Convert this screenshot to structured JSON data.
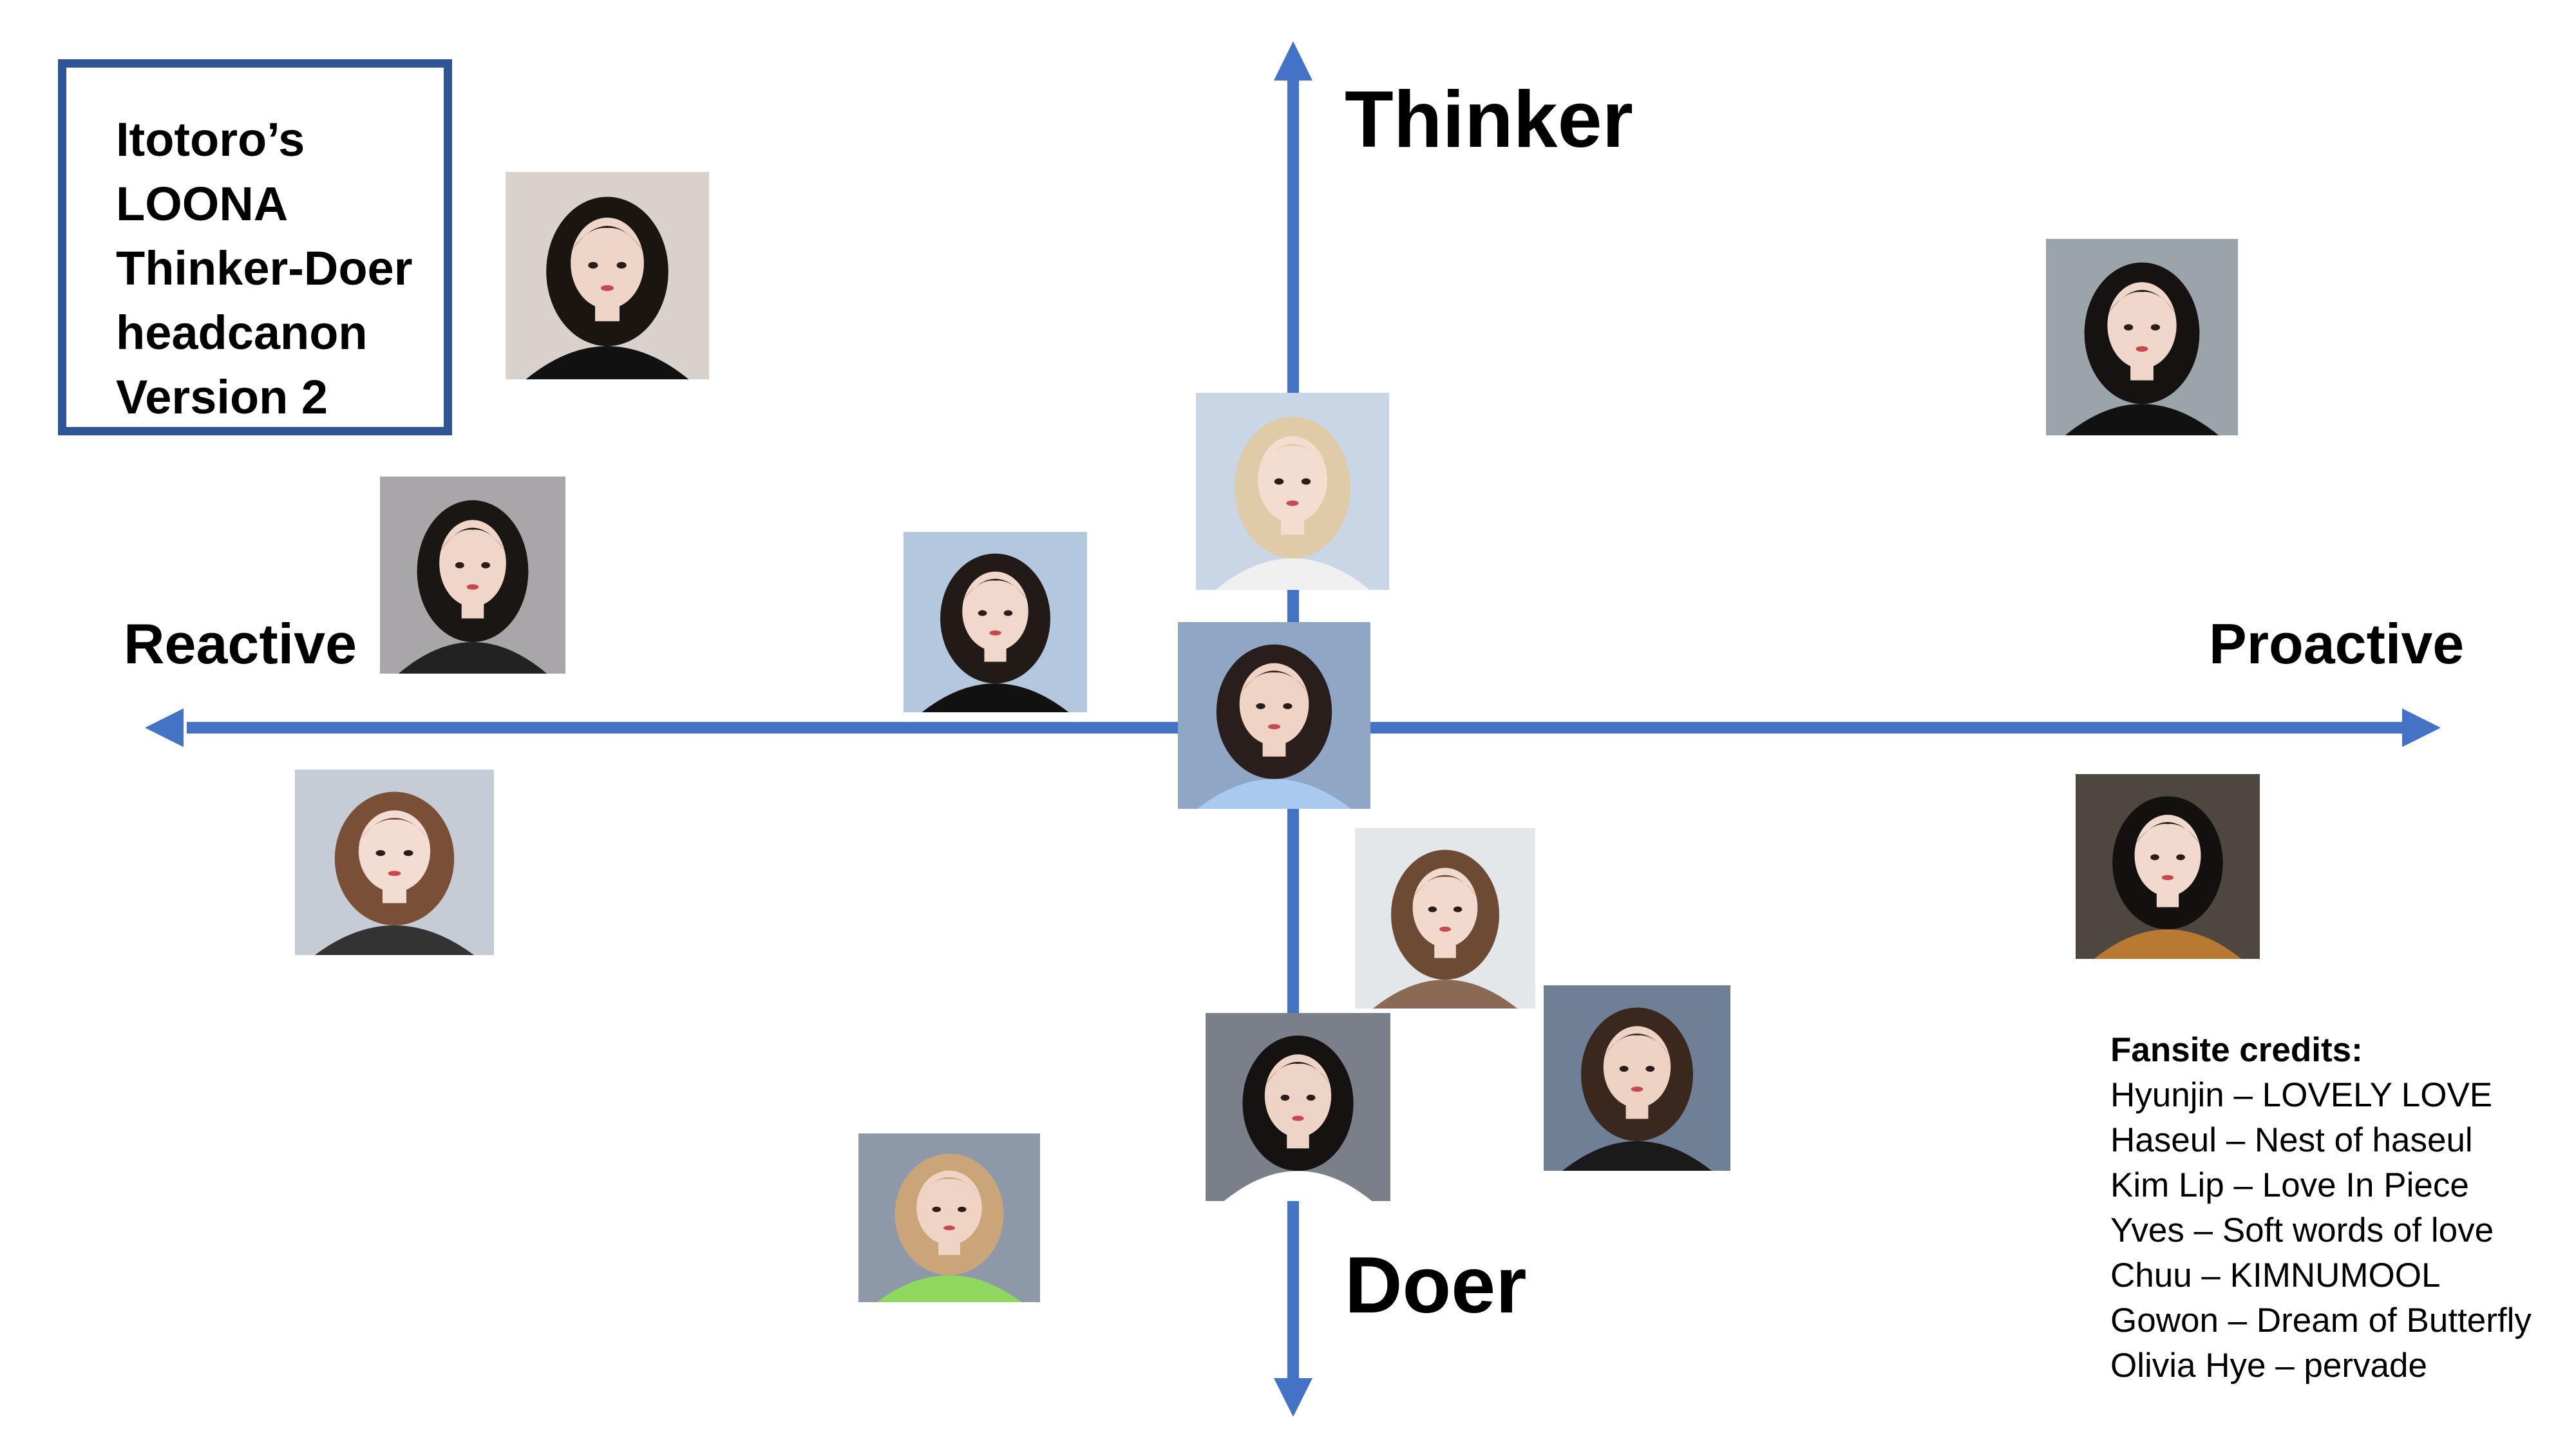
{
  "title_lines": [
    "Itotoro’s",
    "LOONA",
    "Thinker-Doer",
    "headcanon",
    "Version 2"
  ],
  "axes": {
    "top": "Thinker",
    "bottom": "Doer",
    "left": "Reactive",
    "right": "Proactive"
  },
  "colors": {
    "axis": "#4472C4",
    "title_border": "#2F5597"
  },
  "photos": [
    {
      "bg": "#d9d2cc",
      "hair": "#1b1512",
      "skin": "#efd5c8",
      "top": "#111111"
    },
    {
      "bg": "#a9a6aa",
      "hair": "#1a1614",
      "skin": "#f0d6c9",
      "top": "#222222"
    },
    {
      "bg": "#c9d6e6",
      "hair": "#dfcba8",
      "skin": "#f3dcd0",
      "top": "#f0f0f0"
    },
    {
      "bg": "#b3c8de",
      "hair": "#221a17",
      "skin": "#f0d8cc",
      "top": "#111111"
    },
    {
      "bg": "#8fa6c5",
      "hair": "#2a1e1c",
      "skin": "#efd3c4",
      "top": "#a9c9ee"
    },
    {
      "bg": "#c5ccd5",
      "hair": "#7a4f38",
      "skin": "#f3dcd1",
      "top": "#333333"
    },
    {
      "bg": "#e4e7ea",
      "hair": "#6d4a33",
      "skin": "#f2d9cd",
      "top": "#8b6a55"
    },
    {
      "bg": "#6f7f95",
      "hair": "#3a281f",
      "skin": "#eed2c4",
      "top": "#1a1a1a"
    },
    {
      "bg": "#7b7f8a",
      "hair": "#161212",
      "skin": "#eed4c7",
      "top": "#ffffff"
    },
    {
      "bg": "#8d98a8",
      "hair": "#c9a579",
      "skin": "#efd4c6",
      "top": "#8ed85f"
    },
    {
      "bg": "#9ba3ab",
      "hair": "#161211",
      "skin": "#f0d7cb",
      "top": "#111111"
    },
    {
      "bg": "#4d4740",
      "hair": "#141010",
      "skin": "#f1d9cd",
      "top": "#b87a33"
    }
  ],
  "credits": {
    "title": "Fansite credits:",
    "lines": [
      "Hyunjin – LOVELY LOVE",
      "Haseul – Nest of haseul",
      "Kim Lip – Love In Piece",
      "Yves – Soft words of love",
      "Chuu – KIMNUMOOL",
      "Gowon – Dream of Butterfly",
      "Olivia Hye – pervade"
    ]
  }
}
